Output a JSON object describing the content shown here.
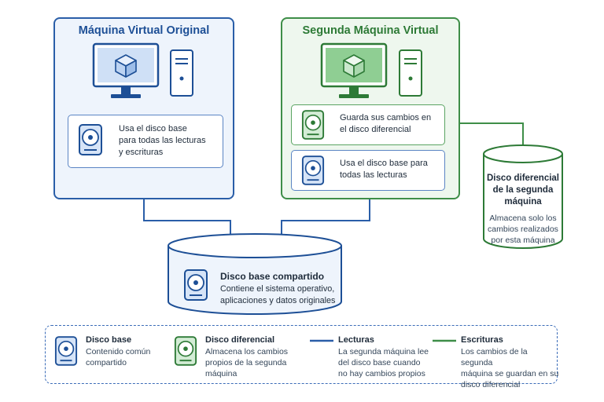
{
  "original_vm": {
    "title": "Máquina Virtual Original",
    "box_lines": [
      "Usa el disco base",
      "para todas las lecturas",
      "y escrituras"
    ]
  },
  "second_vm": {
    "title": "Segunda Máquina Virtual",
    "box1_lines": [
      "Guarda sus cambios en",
      "el disco diferencial"
    ],
    "box2_lines": [
      "Usa el disco base para",
      "todas las lecturas"
    ]
  },
  "diff_disk": {
    "title_lines": [
      "Disco diferencial",
      "de la segunda",
      "máquina"
    ],
    "desc_lines": [
      "Almacena solo los",
      "cambios realizados",
      "por esta máquina"
    ]
  },
  "base_disk": {
    "title": "Disco base compartido",
    "desc_lines": [
      "Contiene el sistema operativo,",
      "aplicaciones y datos originales"
    ]
  },
  "legend": {
    "base": {
      "title": "Disco base",
      "desc_lines": [
        "Contenido común",
        "compartido"
      ]
    },
    "diff": {
      "title": "Disco diferencial",
      "desc_lines": [
        "Almacena los cambios",
        "propios de la segunda",
        "máquina"
      ]
    },
    "reads": {
      "title": "Lecturas",
      "desc_lines": [
        "La segunda máquina lee",
        "del disco base cuando",
        "no hay cambios propios"
      ]
    },
    "writes": {
      "title": "Escrituras",
      "desc_lines": [
        "Los cambios de la segunda",
        "máquina se guardan en su",
        "disco diferencial"
      ]
    }
  },
  "colors": {
    "blue": "#2a5ea8",
    "green": "#3e8e48",
    "blue_fill": "#eef4fc",
    "green_fill": "#eef7ee"
  },
  "icons": {
    "monitor": "monitor-icon",
    "tower": "computer-tower-icon",
    "cube": "cube-icon",
    "hdd_blue": "hard-disk-blue-icon",
    "hdd_green": "hard-disk-green-icon"
  }
}
